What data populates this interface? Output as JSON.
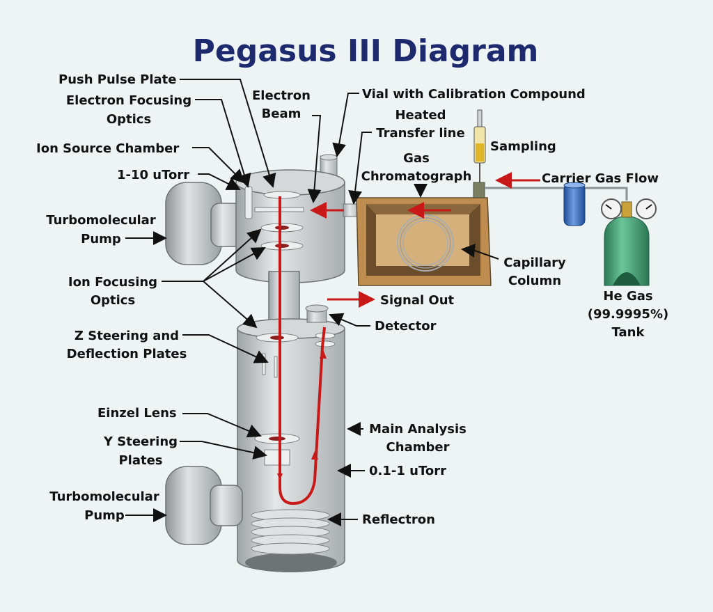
{
  "title": "Pegasus III Diagram",
  "labels": {
    "push_pulse_plate": "Push Pulse Plate",
    "electron_focusing_optics": [
      "Electron Focusing",
      "Optics"
    ],
    "ion_source_chamber": "Ion Source Chamber",
    "pressure_source": "1-10 uTorr",
    "turbo_pump_top": [
      "Turbomolecular",
      "Pump"
    ],
    "ion_focusing_optics": [
      "Ion Focusing",
      "Optics"
    ],
    "z_steering": [
      "Z Steering and",
      "Deflection Plates"
    ],
    "einzel_lens": "Einzel Lens",
    "y_steering": [
      "Y Steering",
      "Plates"
    ],
    "turbo_pump_bottom": [
      "Turbomolecular",
      "Pump"
    ],
    "electron_beam": [
      "Electron",
      "Beam"
    ],
    "vial": "Vial with Calibration Compound",
    "heated_transfer": [
      "Heated",
      "Transfer line"
    ],
    "sampling": "Sampling",
    "gas_chromatograph": [
      "Gas",
      "Chromatograph"
    ],
    "carrier_gas_flow": "Carrier Gas Flow",
    "capillary_column": [
      "Capillary",
      "Column"
    ],
    "he_gas_tank": [
      "He Gas",
      "(99.9995%)",
      "Tank"
    ],
    "signal_out": "Signal Out",
    "detector": "Detector",
    "main_analysis_chamber": [
      "Main Analysis",
      "Chamber"
    ],
    "pressure_main": "0.1-1 uTorr",
    "reflectron": "Reflectron"
  },
  "colors": {
    "title": "#1e2a6e",
    "ion_path": "#c81818",
    "chamber": "#c8ccce",
    "gc_box": "#c9a06a",
    "tank": "#3aa070",
    "filter": "#3a6fc0"
  }
}
